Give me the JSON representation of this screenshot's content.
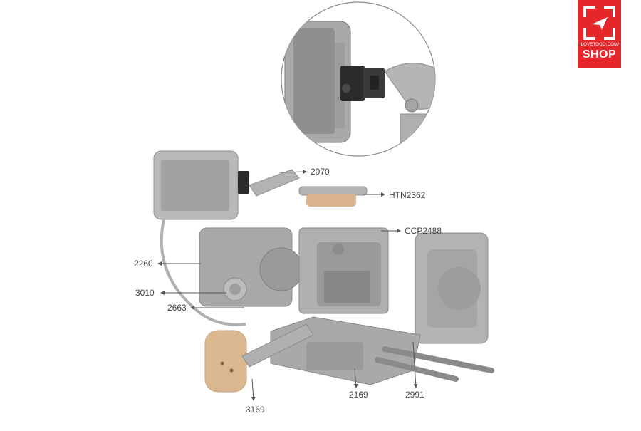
{
  "logo": {
    "site_text": "ILOVETOGO.COM/",
    "shop_text": "SHOP"
  },
  "callouts": {
    "c2070": "2070",
    "cHTN2362": "HTN2362",
    "cCCP2488": "CCP2488",
    "c2260": "2260",
    "c3010": "3010",
    "c2663": "2663",
    "c3169": "3169",
    "c2169": "2169",
    "c2991": "2991"
  },
  "colors": {
    "brand_red": "#e5262a",
    "part_gray": "#b9b9b9",
    "part_dark": "#8f8f8f",
    "highlight_black": "#2b2b2b",
    "wood": "#d9b48f",
    "leader_line": "#555555"
  }
}
